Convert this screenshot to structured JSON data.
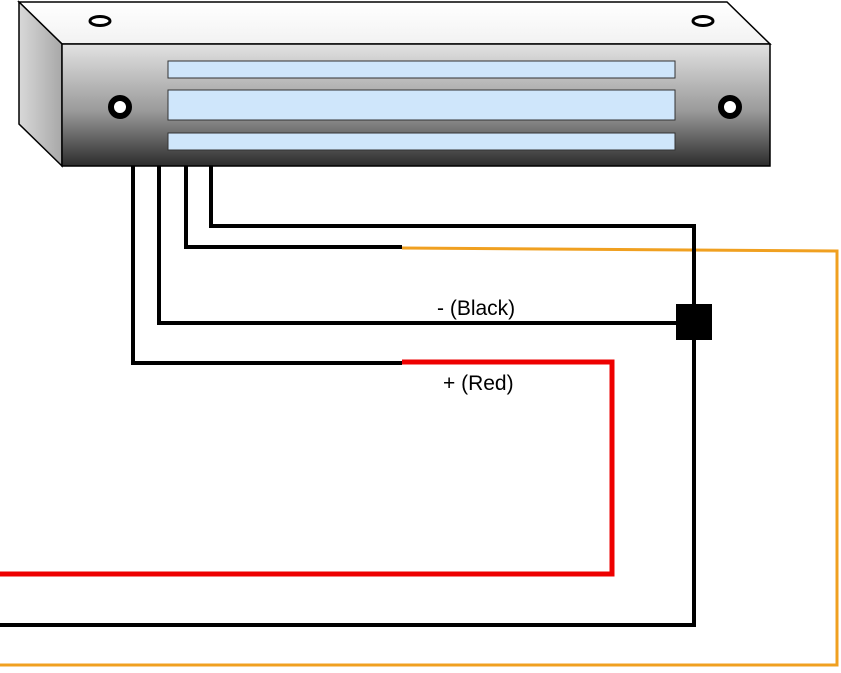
{
  "labels": {
    "negative": "- (Black)",
    "positive": "+ (Red)"
  },
  "colors": {
    "black_wire": "#000000",
    "red_wire": "#ee0000",
    "orange_wire": "#f0a020",
    "magnet_slot": "#cfe6fb",
    "background": "#ffffff"
  },
  "components": [
    "electromagnetic-lock",
    "junction-block",
    "black-negative-wire",
    "red-positive-wire",
    "orange-signal-wire"
  ]
}
